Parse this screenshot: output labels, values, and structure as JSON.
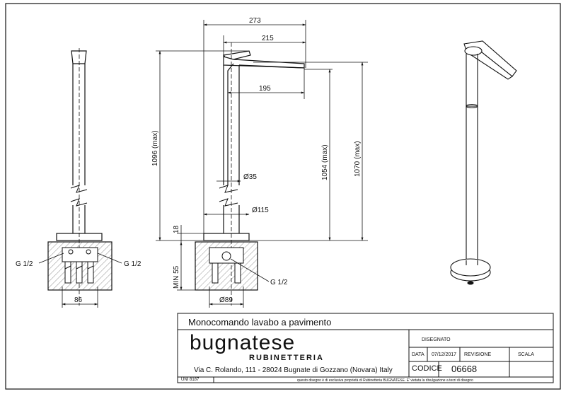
{
  "dimensions": {
    "d273": "273",
    "d215": "215",
    "d195": "195",
    "d1096": "1096 (max)",
    "d1054": "1054 (max)",
    "d1070": "1070 (max)",
    "d35": "Ø35",
    "d115": "Ø115",
    "d18": "18",
    "min55": "MIN 55",
    "d86": "86",
    "d89": "Ø89",
    "g_left": "G 1/2",
    "g_right": "G 1/2",
    "g_bottom": "G 1/2"
  },
  "title_block": {
    "product_title": "Monocomando lavabo a pavimento",
    "brand_name": "bugnatese",
    "brand_sub": "RUBINETTERIA",
    "address": "Via C. Rolando, 111 - 28024 Bugnate di Gozzano (Novara) Italy",
    "disegnato_label": "DISEGNATO",
    "data_label": "DATA",
    "data_value": "07/12/2017",
    "revisione_label": "REVISIONE",
    "scala_label": "SCALA",
    "codice_label": "CODICE",
    "codice_value": "06668",
    "uni_label": "UNI 8187",
    "disclaimer": "questo disegno è di esclusiva proprietà di Rubinetteria BUGNATESE. E' vietata la divulgazione a terzi di disegno"
  }
}
